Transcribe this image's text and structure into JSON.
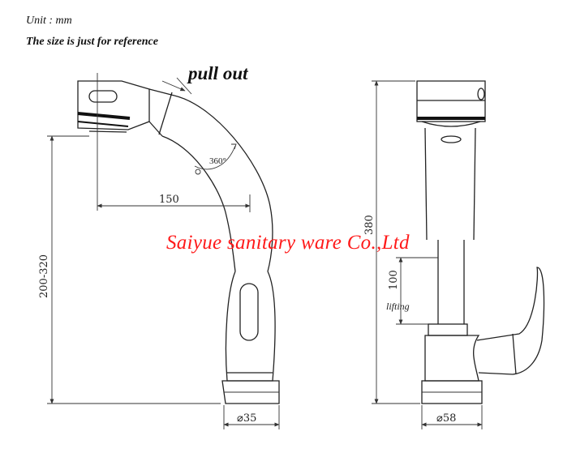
{
  "notes": {
    "unit": "Unit : mm",
    "reference": "The size is just for reference"
  },
  "labels": {
    "pull_out": "pull out",
    "rotation": "360°",
    "lifting": "lifting",
    "watermark": "Saiyue sanitary ware Co.,Ltd"
  },
  "dimensions": {
    "spout_reach": "150",
    "height_range": "200-320",
    "total_height": "380",
    "lift_travel": "100",
    "base_left": "⌀35",
    "base_right": "⌀58"
  },
  "colors": {
    "line": "#222222",
    "watermark": "#ff1a1a"
  }
}
